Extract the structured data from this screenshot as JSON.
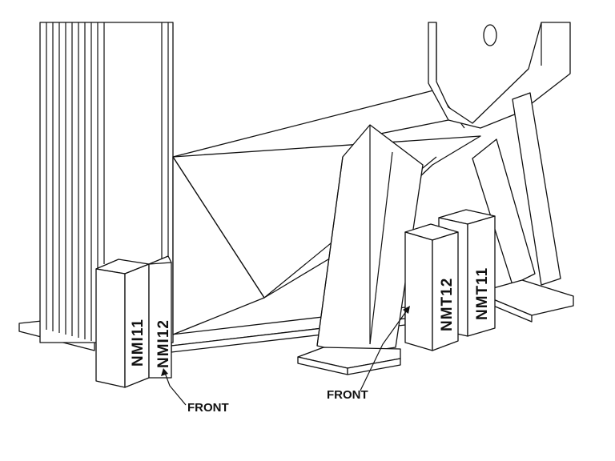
{
  "labels": {
    "left_sensor_a": "NMI11",
    "left_sensor_b": "NMI12",
    "right_sensor_a": "NMT12",
    "right_sensor_b": "NMT11"
  },
  "callouts": {
    "left_front": "FRONT",
    "right_front": "FRONT"
  }
}
